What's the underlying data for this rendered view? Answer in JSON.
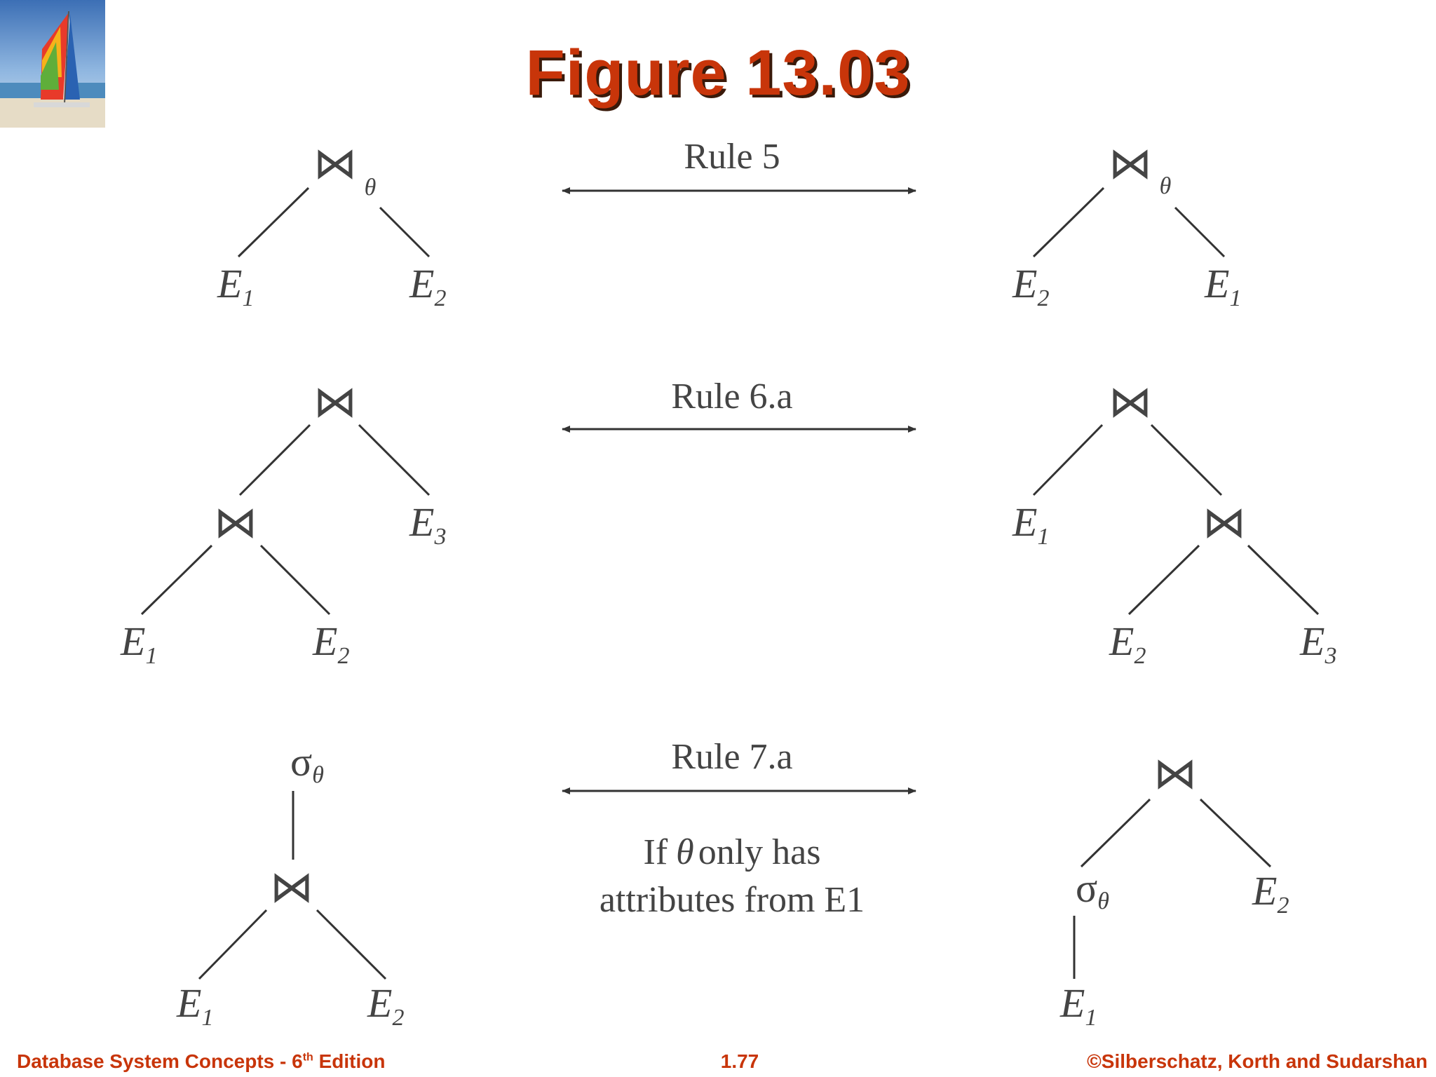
{
  "title": "Figure 13.03",
  "symbols": {
    "join": "⋈",
    "theta": "θ",
    "sigma": "σ"
  },
  "leaves": {
    "e1": "E",
    "sub1": "1",
    "sub2": "2",
    "sub3": "3"
  },
  "rules": {
    "rule5": "Rule 5",
    "rule6a": "Rule 6.a",
    "rule7a": "Rule 7.a",
    "condition_line1_prefix": "If",
    "condition_line1_suffix": "only has",
    "condition_line2": "attributes from E1"
  },
  "footer": {
    "left_main": "Database System Concepts - 6",
    "left_sup": "th",
    "left_tail": " Edition",
    "center": "1.77",
    "right": "©Silberschatz, Korth and Sudarshan"
  },
  "colors": {
    "title": "#c8350a",
    "footer": "#c8350a",
    "lines": "#333333"
  }
}
